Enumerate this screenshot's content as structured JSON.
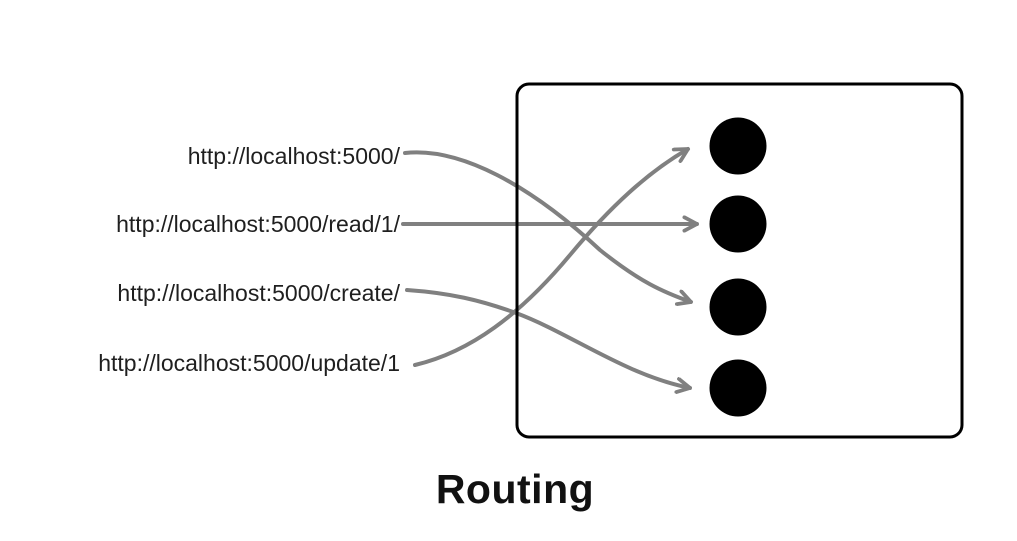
{
  "title": "Routing",
  "description": "Diagram mapping four request URLs to four handler endpoints inside a routing box",
  "routes": [
    {
      "url": "http://localhost:5000/",
      "target_endpoint": 3,
      "arrow": "curved-down"
    },
    {
      "url": "http://localhost:5000/read/1/",
      "target_endpoint": 2,
      "arrow": "straight"
    },
    {
      "url": "http://localhost:5000/create/",
      "target_endpoint": 4,
      "arrow": "curved-down"
    },
    {
      "url": "http://localhost:5000/update/1",
      "target_endpoint": 1,
      "arrow": "curved-up"
    }
  ],
  "endpoint_count": 4,
  "colors": {
    "arrow": "#808080",
    "endpoint_dot": "#000000",
    "box_border": "#000000",
    "text": "#1f1f1f",
    "title": "#111111",
    "background": "#ffffff"
  }
}
